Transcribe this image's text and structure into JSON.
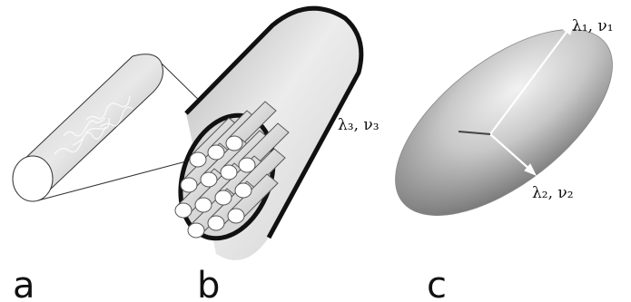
{
  "panels": {
    "a": {
      "letter": "a"
    },
    "b": {
      "letter": "b"
    },
    "c": {
      "letter": "c",
      "eigen_labels": [
        "λ₁, ν₁",
        "λ₂, ν₂",
        "λ₃, ν₃"
      ]
    }
  },
  "colors": {
    "stroke": "#111111",
    "gray_light": "#e6e6e6",
    "gray_mid": "#bdbdbd",
    "gray_dark": "#7a7a7a",
    "arrow": "#ffffff"
  }
}
